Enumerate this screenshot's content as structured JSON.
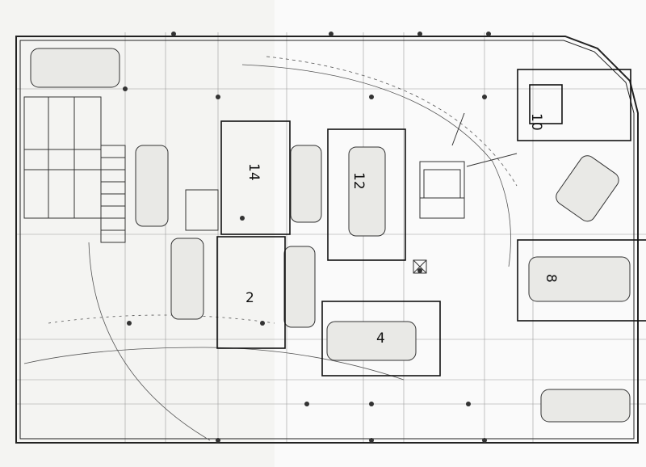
{
  "plan": {
    "colors": {
      "paper": "#f4f4f2",
      "ink": "#222222",
      "box": "#111111"
    },
    "spaces": [
      {
        "number": "10",
        "kind": "parking-space"
      },
      {
        "number": "14",
        "kind": "parking-space"
      },
      {
        "number": "12",
        "kind": "parking-space"
      },
      {
        "number": "8",
        "kind": "parking-space"
      },
      {
        "number": "2",
        "kind": "parking-space"
      },
      {
        "number": "4",
        "kind": "parking-space"
      }
    ]
  }
}
